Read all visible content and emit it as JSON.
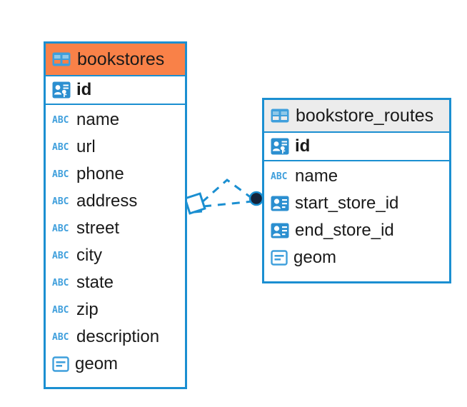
{
  "diagram": {
    "type": "entity-relationship-diagram",
    "background_color": "#ffffff",
    "accent_color": "#1b8fd1",
    "highlight_color": "#f98148"
  },
  "entities": [
    {
      "name": "bookstores",
      "header_color": "#f98148",
      "header_icon": "table-icon",
      "primary_key": {
        "label": "id",
        "icon": "primary-key-icon"
      },
      "attributes": [
        {
          "label": "name",
          "icon": "text-type-icon"
        },
        {
          "label": "url",
          "icon": "text-type-icon"
        },
        {
          "label": "phone",
          "icon": "text-type-icon"
        },
        {
          "label": "address",
          "icon": "text-type-icon"
        },
        {
          "label": "street",
          "icon": "text-type-icon"
        },
        {
          "label": "city",
          "icon": "text-type-icon"
        },
        {
          "label": "state",
          "icon": "text-type-icon"
        },
        {
          "label": "zip",
          "icon": "text-type-icon"
        },
        {
          "label": "description",
          "icon": "text-type-icon"
        },
        {
          "label": "geom",
          "icon": "geometry-type-icon"
        }
      ]
    },
    {
      "name": "bookstore_routes",
      "header_color": "#ececec",
      "header_icon": "table-icon",
      "primary_key": {
        "label": "id",
        "icon": "primary-key-icon"
      },
      "attributes": [
        {
          "label": "name",
          "icon": "text-type-icon"
        },
        {
          "label": "start_store_id",
          "icon": "foreign-key-icon"
        },
        {
          "label": "end_store_id",
          "icon": "foreign-key-icon"
        },
        {
          "label": "geom",
          "icon": "geometry-type-icon"
        }
      ]
    }
  ],
  "relationship": {
    "from_entity": "bookstores",
    "to_entity": "bookstore_routes",
    "line_style": "dashed",
    "line_color": "#1b8fd1",
    "source_marker": "diamond-open",
    "target_marker": "filled-circle",
    "target_marker_color": "#13233a"
  }
}
